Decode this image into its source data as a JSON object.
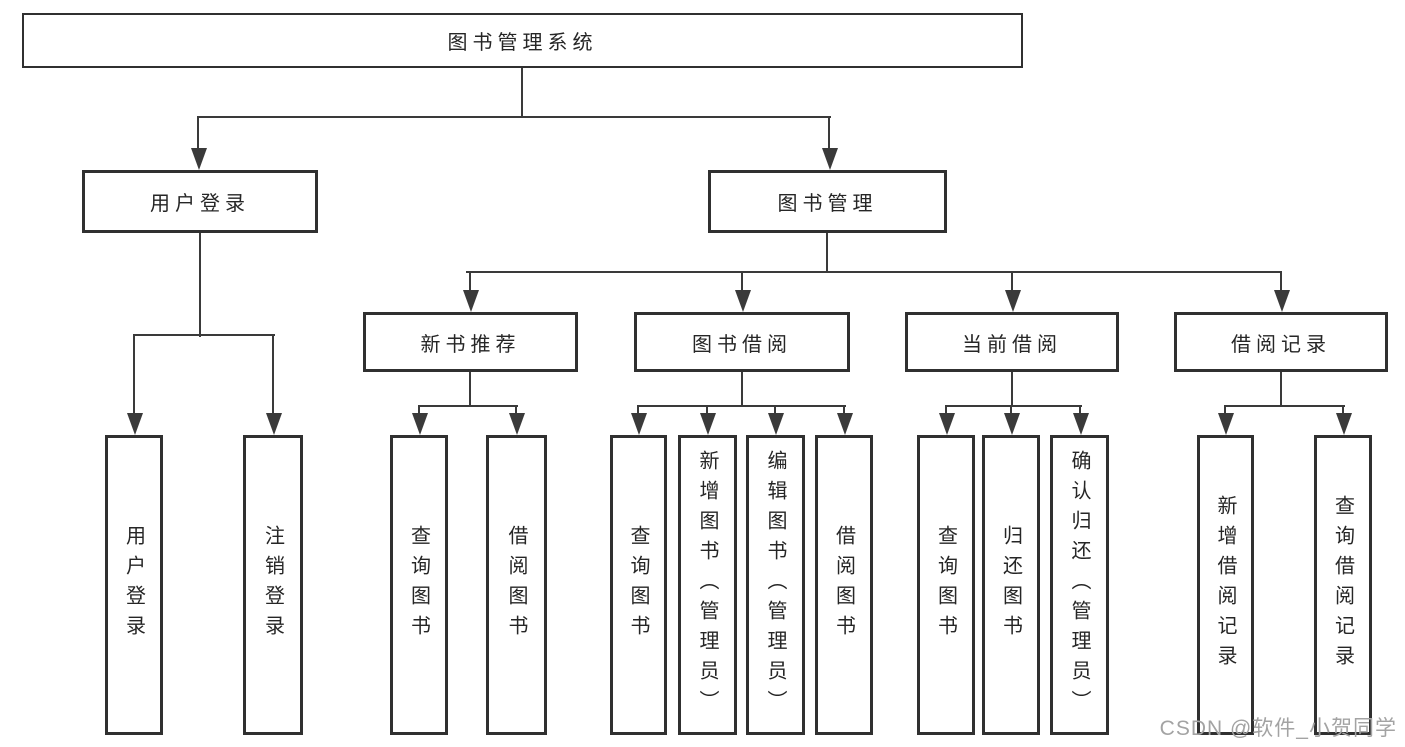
{
  "diagram": {
    "root": {
      "label": "图书管理系统"
    },
    "branches": [
      {
        "label": "用户登录",
        "children": [
          {
            "label": "用户登录"
          },
          {
            "label": "注销登录"
          }
        ]
      },
      {
        "label": "图书管理",
        "children": [
          {
            "label": "新书推荐",
            "children": [
              {
                "label": "查询图书"
              },
              {
                "label": "借阅图书"
              }
            ]
          },
          {
            "label": "图书借阅",
            "children": [
              {
                "label": "查询图书"
              },
              {
                "label": "新增图书（管理员）"
              },
              {
                "label": "编辑图书（管理员）"
              },
              {
                "label": "借阅图书"
              }
            ]
          },
          {
            "label": "当前借阅",
            "children": [
              {
                "label": "查询图书"
              },
              {
                "label": "归还图书"
              },
              {
                "label": "确认归还（管理员）"
              }
            ]
          },
          {
            "label": "借阅记录",
            "children": [
              {
                "label": "新增借阅记录"
              },
              {
                "label": "查询借阅记录"
              }
            ]
          }
        ]
      }
    ],
    "watermark": "CSDN @软件_小贺同学",
    "colors": {
      "line": "#3a3a3a",
      "box_border": "#303030",
      "text": "#262626",
      "watermark": "#a3a3a3",
      "background": "#ffffff"
    }
  }
}
